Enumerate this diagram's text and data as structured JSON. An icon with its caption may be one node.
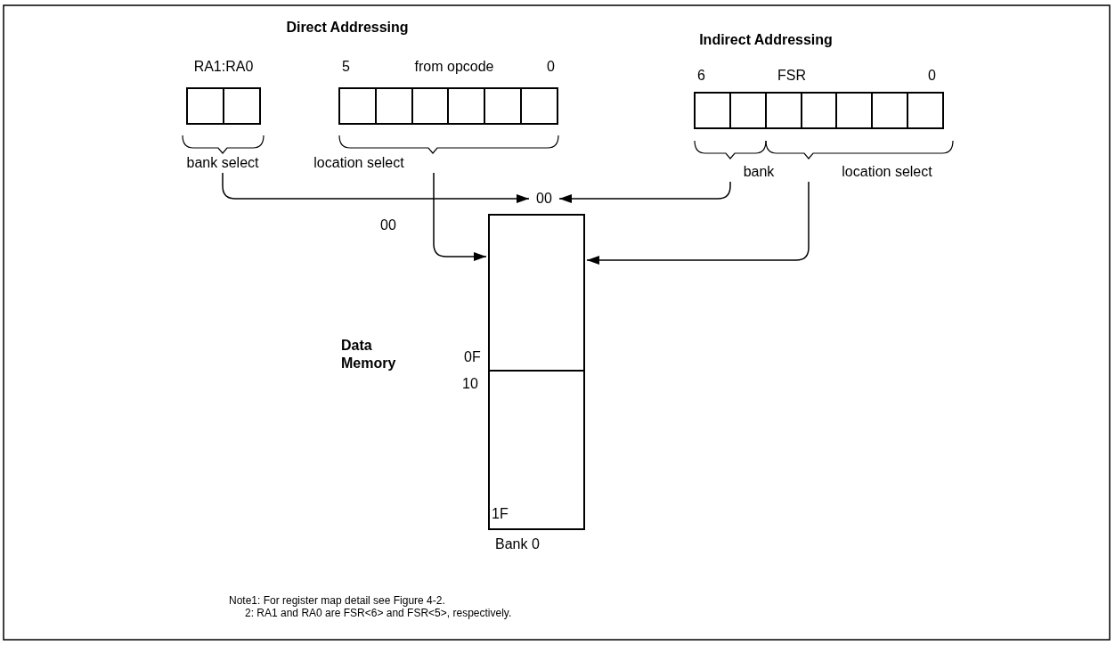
{
  "diagram": {
    "nodes": [
      {
        "text": [
          "RA1:RA0"
        ]
      },
      {
        "text": [
          "5",
          "from opcode",
          "0"
        ]
      },
      {
        "text": [
          "6",
          "FSR",
          "0"
        ]
      },
      {
        "text": [
          "bank select"
        ]
      },
      {
        "text": [
          "location select"
        ]
      },
      {
        "text": [
          "bank"
        ]
      },
      {
        "text": [
          "location select"
        ]
      },
      {
        "text": [
          "00"
        ]
      },
      {
        "text": [
          "Bank 0"
        ]
      },
      {
        "text": [],
        "shape": "box",
        "in": 8
      },
      {
        "text": [],
        "shape": "box",
        "in": 8
      }
    ],
    "edges": [
      {
        "from": 3,
        "to": 7,
        "arrow": "to"
      },
      {
        "from": 5,
        "to": 7,
        "arrow": "to"
      },
      {
        "from": 4,
        "to": 9,
        "arrow": "to"
      },
      {
        "from": 6,
        "to": 9,
        "arrow": "to"
      }
    ],
    "labels": [
      "Direct Addressing",
      "Indirect Addressing",
      "00",
      "Data Memory",
      "0F",
      "10",
      "1F",
      "Note1: For register map detail see Figure 4-2.",
      "2: RA1 and RA0 are FSR<6> and FSR<5>, respectively."
    ]
  }
}
